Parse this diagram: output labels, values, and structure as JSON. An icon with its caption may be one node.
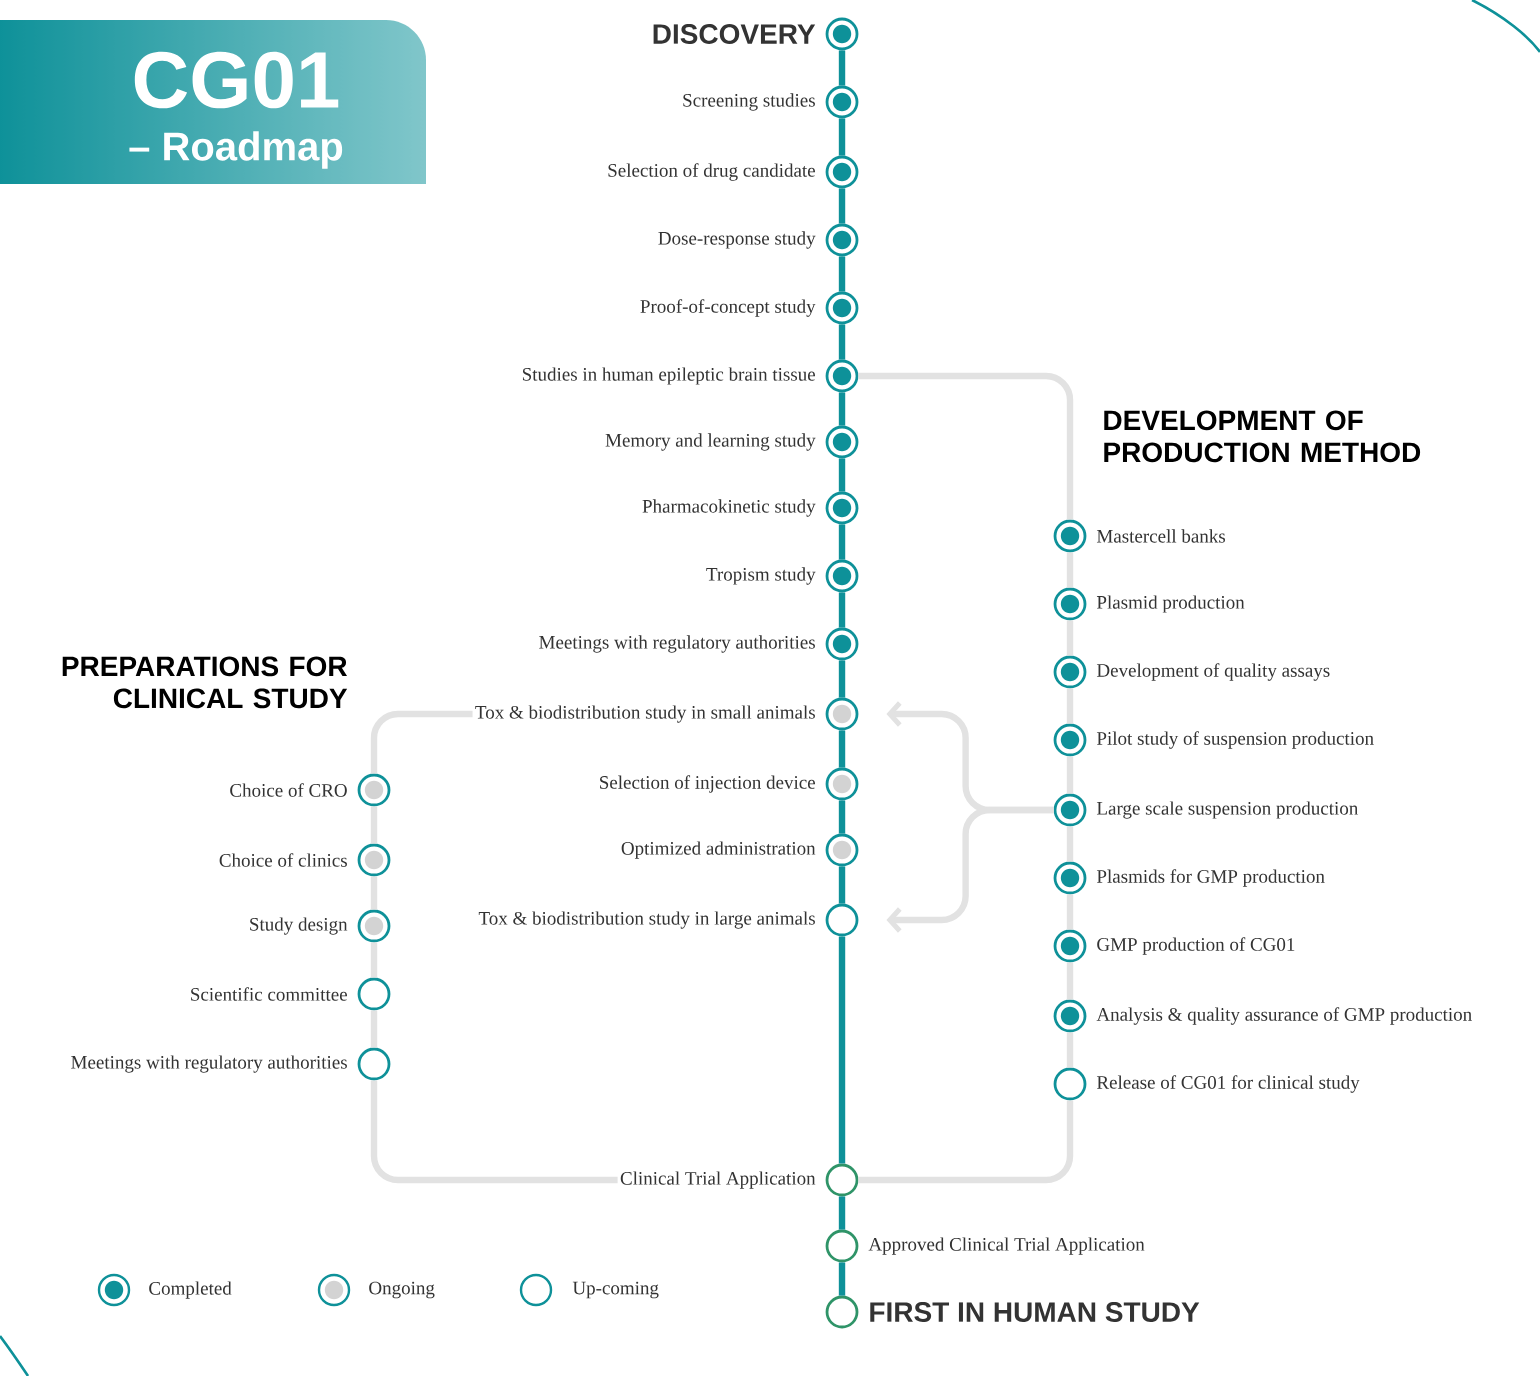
{
  "diagram": {
    "title": "CG01",
    "nodes": [
      {
        "text": [],
        "shape": "circle",
        "beside": [
          "DISCOVERY"
        ]
      },
      {
        "text": [],
        "shape": "circle",
        "beside": [
          "Screening studies"
        ]
      },
      {
        "text": [],
        "shape": "circle",
        "beside": [
          "Selection of drug candidate"
        ]
      },
      {
        "text": [],
        "shape": "circle",
        "beside": [
          "Dose-response study"
        ]
      },
      {
        "text": [],
        "shape": "circle",
        "beside": [
          "Proof-of-concept study"
        ]
      },
      {
        "text": [],
        "shape": "circle",
        "beside": [
          "Studies in human epileptic brain tissue"
        ]
      },
      {
        "text": [],
        "shape": "circle",
        "beside": [
          "Memory and learning study"
        ]
      },
      {
        "text": [],
        "shape": "circle",
        "beside": [
          "Pharmacokinetic study"
        ]
      },
      {
        "text": [],
        "shape": "circle",
        "beside": [
          "Tropism study"
        ]
      },
      {
        "text": [],
        "shape": "circle",
        "beside": [
          "Meetings with regulatory authorities"
        ]
      },
      {
        "text": [],
        "shape": "circle",
        "beside": [
          "Tox & biodistribution study in small animals"
        ]
      },
      {
        "text": [],
        "shape": "circle",
        "beside": [
          "Selection of injection device"
        ]
      },
      {
        "text": [],
        "shape": "circle",
        "beside": [
          "Optimized administration"
        ]
      },
      {
        "text": [],
        "shape": "circle",
        "beside": [
          "Tox & biodistribution study in large animals"
        ]
      },
      {
        "text": [],
        "shape": "circle",
        "beside": [
          "Choice of CRO"
        ]
      },
      {
        "text": [],
        "shape": "circle",
        "beside": [
          "Choice of clinics"
        ]
      },
      {
        "text": [],
        "shape": "circle",
        "beside": [
          "Study design"
        ]
      },
      {
        "text": [],
        "shape": "circle",
        "beside": [
          "Scientific committee"
        ]
      },
      {
        "text": [],
        "shape": "circle",
        "beside": [
          "Meetings with regulatory authorities"
        ]
      },
      {
        "text": [],
        "shape": "circle",
        "beside": [
          "Mastercell banks"
        ]
      },
      {
        "text": [],
        "shape": "circle",
        "beside": [
          "Plasmid production"
        ]
      },
      {
        "text": [],
        "shape": "circle",
        "beside": [
          "Development of quality assays"
        ]
      },
      {
        "text": [],
        "shape": "circle",
        "beside": [
          "Pilot study of suspension production"
        ]
      },
      {
        "text": [],
        "shape": "circle",
        "beside": [
          "Large scale suspension production"
        ]
      },
      {
        "text": [],
        "shape": "circle",
        "beside": [
          "Plasmids for GMP production"
        ]
      },
      {
        "text": [],
        "shape": "circle",
        "beside": [
          "GMP production of CG01"
        ]
      },
      {
        "text": [],
        "shape": "circle",
        "beside": [
          "Analysis & quality assurance of GMP production"
        ]
      },
      {
        "text": [],
        "shape": "circle",
        "beside": [
          "Release of CG01 for clinical study"
        ]
      },
      {
        "text": [],
        "shape": "circle",
        "beside": [
          "Clinical Trial Application"
        ]
      },
      {
        "text": [],
        "shape": "circle",
        "beside": [
          "Approved Clinical Trial Application"
        ]
      },
      {
        "text": [],
        "shape": "circle",
        "beside": [
          "FIRST IN HUMAN STUDY"
        ]
      }
    ],
    "edges": [
      {
        "from": 0,
        "to": 1,
        "arrow": "none",
        "color": "#0e9199"
      },
      {
        "from": 1,
        "to": 2,
        "arrow": "none",
        "color": "#0e9199"
      },
      {
        "from": 2,
        "to": 3,
        "arrow": "none",
        "color": "#0e9199"
      },
      {
        "from": 3,
        "to": 4,
        "arrow": "none",
        "color": "#0e9199"
      },
      {
        "from": 4,
        "to": 5,
        "arrow": "none",
        "color": "#0e9199"
      },
      {
        "from": 5,
        "to": 6,
        "arrow": "none",
        "color": "#0e9199"
      },
      {
        "from": 6,
        "to": 7,
        "arrow": "none",
        "color": "#0e9199"
      },
      {
        "from": 7,
        "to": 8,
        "arrow": "none",
        "color": "#0e9199"
      },
      {
        "from": 8,
        "to": 9,
        "arrow": "none",
        "color": "#0e9199"
      },
      {
        "from": 9,
        "to": 10,
        "arrow": "none",
        "color": "#0e9199"
      },
      {
        "from": 10,
        "to": 11,
        "arrow": "none",
        "color": "#0e9199"
      },
      {
        "from": 11,
        "to": 12,
        "arrow": "none",
        "color": "#0e9199"
      },
      {
        "from": 12,
        "to": 13,
        "arrow": "none",
        "color": "#0e9199"
      },
      {
        "from": 13,
        "to": 28,
        "arrow": "none",
        "color": "#0e9199"
      },
      {
        "from": 28,
        "to": 29,
        "arrow": "none",
        "color": "#0e9199"
      },
      {
        "from": 29,
        "to": 30,
        "arrow": "none",
        "color": "#0e9199"
      },
      {
        "from": 5,
        "to": 19,
        "arrow": "none"
      },
      {
        "from": 19,
        "to": 20,
        "arrow": "none"
      },
      {
        "from": 20,
        "to": 21,
        "arrow": "none"
      },
      {
        "from": 21,
        "to": 22,
        "arrow": "none"
      },
      {
        "from": 22,
        "to": 23,
        "arrow": "none"
      },
      {
        "from": 23,
        "to": 24,
        "arrow": "none"
      },
      {
        "from": 24,
        "to": 25,
        "arrow": "none"
      },
      {
        "from": 25,
        "to": 26,
        "arrow": "none"
      },
      {
        "from": 26,
        "to": 27,
        "arrow": "none"
      },
      {
        "from": 27,
        "to": 28,
        "arrow": "none"
      },
      {
        "from": 10,
        "to": 14,
        "arrow": "none"
      },
      {
        "from": 14,
        "to": 15,
        "arrow": "none"
      },
      {
        "from": 15,
        "to": 16,
        "arrow": "none"
      },
      {
        "from": 16,
        "to": 17,
        "arrow": "none"
      },
      {
        "from": 17,
        "to": 18,
        "arrow": "none"
      },
      {
        "from": 18,
        "to": 28,
        "arrow": "none"
      },
      {
        "from": 23,
        "to": 10,
        "arrow": "to"
      },
      {
        "from": 23,
        "to": 13,
        "arrow": "to"
      }
    ],
    "labels": [
      "– Roadmap",
      "DEVELOPMENT OF PRODUCTION METHOD",
      "PREPARATIONS FOR CLINICAL STUDY"
    ],
    "legend": [
      {
        "text": "Completed",
        "color": "#0e9199"
      },
      {
        "text": "Ongoing",
        "color": "#d3d3d3"
      },
      {
        "text": "Up-coming"
      }
    ]
  }
}
